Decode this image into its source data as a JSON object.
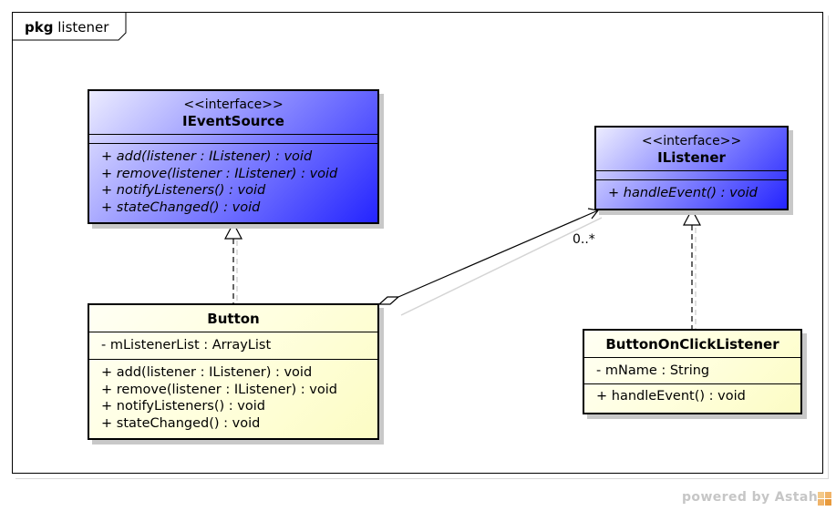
{
  "package": {
    "keyword": "pkg",
    "name": "listener"
  },
  "classes": {
    "ieventsource": {
      "stereotype": "<<interface>>",
      "name": "IEventSource",
      "attributes": [],
      "operations": [
        "+ add(listener : IListener) : void",
        "+ remove(listener : IListener) : void",
        "+ notifyListeners() : void",
        "+ stateChanged() : void"
      ]
    },
    "ilistener": {
      "stereotype": "<<interface>>",
      "name": "IListener",
      "attributes": [],
      "operations": [
        "+ handleEvent() : void"
      ]
    },
    "button": {
      "name": "Button",
      "attributes": [
        "- mListenerList : ArrayList"
      ],
      "operations": [
        "+ add(listener : IListener) : void",
        "+ remove(listener : IListener) : void",
        "+ notifyListeners() : void",
        "+ stateChanged() : void"
      ]
    },
    "buttononclicklistener": {
      "name": "ButtonOnClickListener",
      "attributes": [
        "- mName : String"
      ],
      "operations": [
        "+ handleEvent() : void"
      ]
    }
  },
  "relationships": {
    "aggregation_multiplicity": "0..*"
  },
  "watermark": "powered by Astah",
  "colors": {
    "interface_fill": "#3333ff",
    "class_fill": "#ffffde",
    "line": "#000000",
    "watermark": "#c6c6c6"
  }
}
